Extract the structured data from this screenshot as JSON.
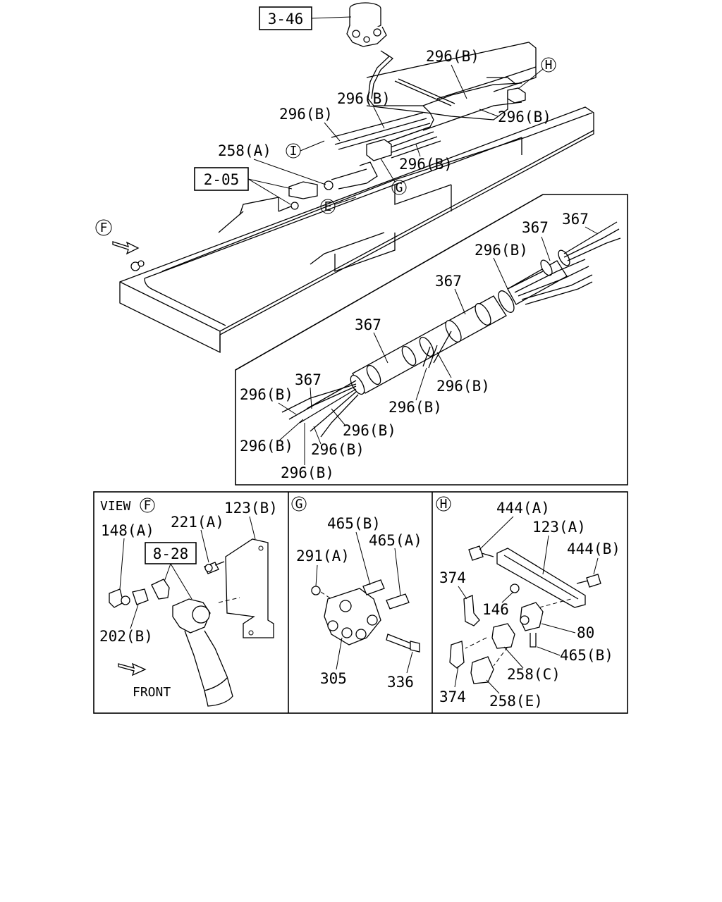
{
  "refs": {
    "r346": "3-46",
    "r205": "2-05",
    "r828": "8-28"
  },
  "markers": {
    "E": "E",
    "F": "F",
    "G": "G",
    "H": "H",
    "I": "I"
  },
  "main": {
    "l296_a": "296(B)",
    "l296_b": "296(B)",
    "l296_c": "296(B)",
    "l296_d": "296(B)",
    "l296_e": "296(B)",
    "l258a": "258(A)"
  },
  "bundle": {
    "l367_1": "367",
    "l367_2": "367",
    "l367_3": "367",
    "l367_4": "367",
    "l367_5": "367",
    "l296_1": "296(B)",
    "l296_2": "296(B)",
    "l296_3": "296(B)",
    "l296_4": "296(B)",
    "l296_5": "296(B)",
    "l296_6": "296(B)",
    "l296_7": "296(B)",
    "l296_8": "296(B)"
  },
  "view_f": {
    "view_word": "VIEW",
    "l148a": "148(A)",
    "l221a": "221(A)",
    "l123b": "123(B)",
    "l202b": "202(B)",
    "front": "FRONT"
  },
  "view_g": {
    "l465b": "465(B)",
    "l465a": "465(A)",
    "l291a": "291(A)",
    "l305": "305",
    "l336": "336"
  },
  "view_h": {
    "l444a": "444(A)",
    "l123a": "123(A)",
    "l444b": "444(B)",
    "l374a": "374",
    "l146": "146",
    "l80": "80",
    "l465b": "465(B)",
    "l258c": "258(C)",
    "l374b": "374",
    "l258e": "258(E)"
  }
}
